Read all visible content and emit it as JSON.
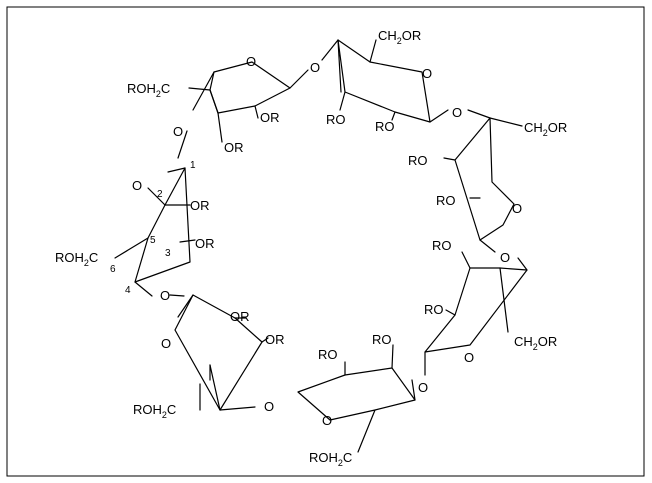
{
  "atoms": {
    "O": "O",
    "OR": "OR",
    "RO": "RO",
    "CH2OR": {
      "base": "CH",
      "sub": "2",
      "tail": "OR"
    },
    "ROH2C": {
      "base": "ROH",
      "sub": "2",
      "tail": "C"
    }
  },
  "ring_numbers": [
    "1",
    "2",
    "3",
    "4",
    "5",
    "6"
  ]
}
